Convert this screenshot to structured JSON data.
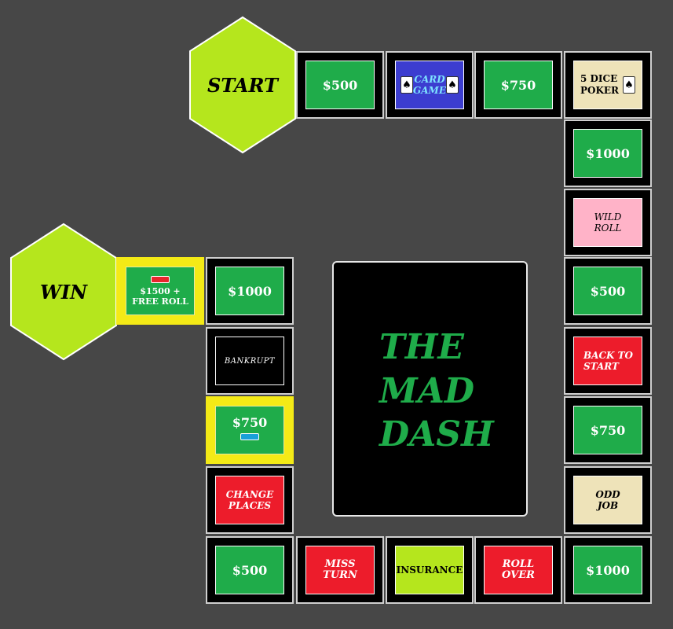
{
  "title": {
    "line1": "THE",
    "line2": "MAD",
    "line3": "DASH"
  },
  "start_label": "START",
  "win_label": "WIN",
  "colors": {
    "green": "#1fac4a",
    "red": "#ed1c2b",
    "hex": "#b5e61d",
    "highlight": "#f4ea16",
    "blue_card": "#3c3dd0",
    "token_red": "#e8262d",
    "token_blue": "#1aa0d8"
  },
  "icons": [
    "spade-card-icon",
    "spade-card-icon",
    "spade-card-icon"
  ],
  "tiles": {
    "t1": "$500",
    "t2a": "CARD",
    "t2b": "GAME",
    "t3": "$750",
    "t4a": "5 DICE",
    "t4b": "POKER",
    "t5": "$1000",
    "t6a": "WILD",
    "t6b": "ROLL",
    "t7": "$500",
    "t8a": "BACK TO",
    "t8b": "START",
    "t9": "$750",
    "t10a": "ODD",
    "t10b": "JOB",
    "t11": "$1000",
    "t12a": "ROLL",
    "t12b": "OVER",
    "t13": "INSURANCE",
    "t14a": "MISS",
    "t14b": "TURN",
    "t15": "$500",
    "t16a": "CHANGE",
    "t16b": "PLACES",
    "t17": "$750",
    "t18": "BANKRUPT",
    "t19": "$1000",
    "t20a": "$1500 +",
    "t20b": "FREE ROLL"
  }
}
